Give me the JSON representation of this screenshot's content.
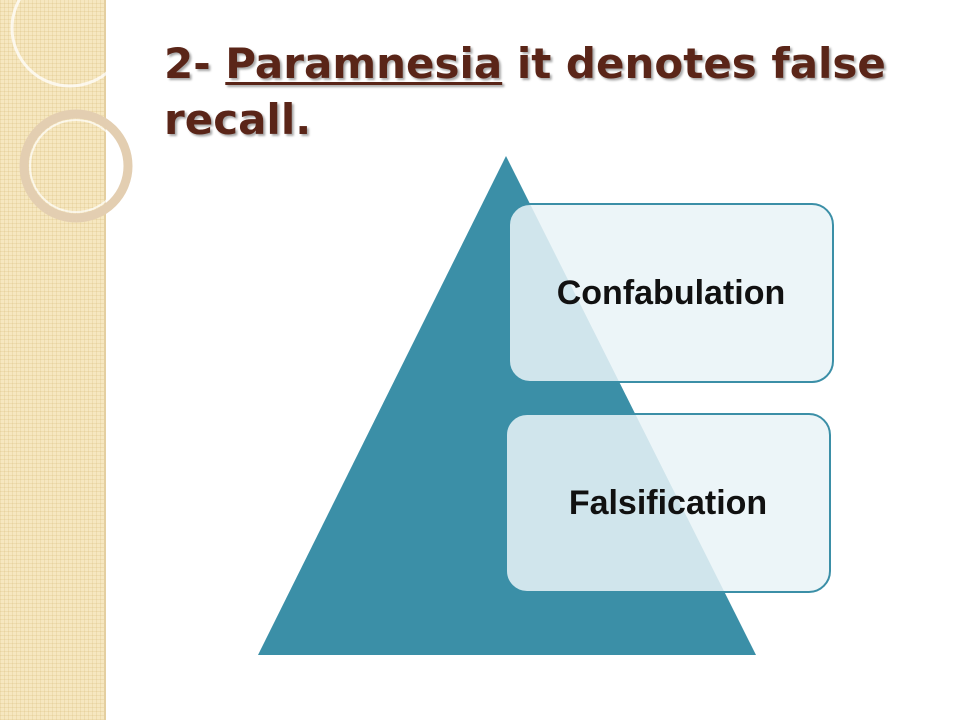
{
  "slide": {
    "title_prefix": "2- ",
    "title_term": "Paramnesia",
    "title_suffix": " it denotes false recall."
  },
  "diagram": {
    "type": "pyramid",
    "levels": [
      {
        "label": "Confabulation"
      },
      {
        "label": "Falsification"
      }
    ]
  },
  "colors": {
    "pyramid_fill": "#3b8fa7",
    "box_fill": "#e9f3f7",
    "box_border": "#3b8fa7",
    "title_text": "#5a2518",
    "side_panel": "#f6e7c0"
  }
}
